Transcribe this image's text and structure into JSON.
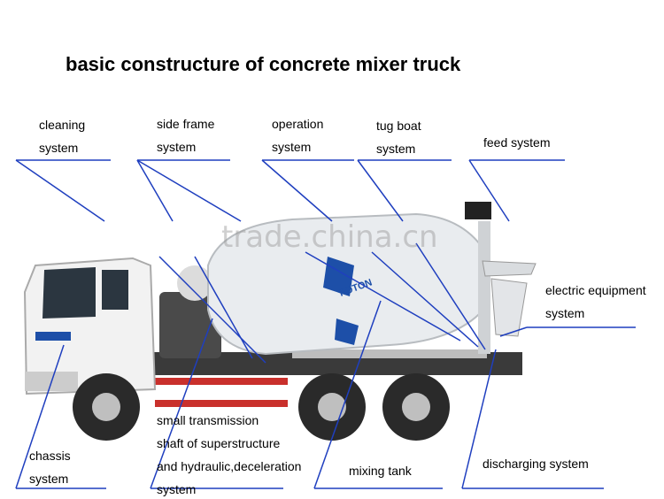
{
  "title": "basic constructure of concrete mixer truck",
  "watermark": "trade.china.cn",
  "truck": {
    "brand": "FOTON"
  },
  "labels": {
    "cleaning": [
      "cleaning",
      "system"
    ],
    "side_frame": [
      "side frame",
      "system"
    ],
    "operation": [
      "operation",
      "system"
    ],
    "tug_boat": [
      "tug boat",
      "system"
    ],
    "feed": [
      "feed system"
    ],
    "electric": [
      "electric equipment",
      "system"
    ],
    "chassis": [
      "chassis",
      "system"
    ],
    "small_transmission": [
      "small transmission",
      "shaft of superstructure",
      "and hydraulic,deceleration",
      "system"
    ],
    "mixing_tank": [
      "mixing tank"
    ],
    "discharging": [
      "discharging system"
    ]
  },
  "colors": {
    "leader_line": "#1f3fbf",
    "drum": "#e9ecef",
    "cab": "#f2f2f2",
    "tire": "#2a2a2a",
    "accent": "#1d4fa8"
  }
}
